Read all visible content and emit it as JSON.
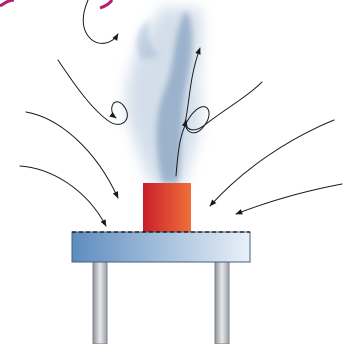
{
  "colors": {
    "background": "#ffffff",
    "smoke": "#9fb7d2",
    "smoke_core": "#6f8fb4",
    "block_left": "#c81e2a",
    "block_right": "#f0703a",
    "tabletop_left": "#5d8cbf",
    "tabletop_right": "#e9f1f8",
    "leg": "#b9bdc2",
    "arrow": "#1a1a1a",
    "decor": "#b0206f"
  },
  "icons": {
    "smoke": "smoke-plume",
    "heater": "heated-block",
    "table": "table",
    "flow": "curved-arrow"
  }
}
